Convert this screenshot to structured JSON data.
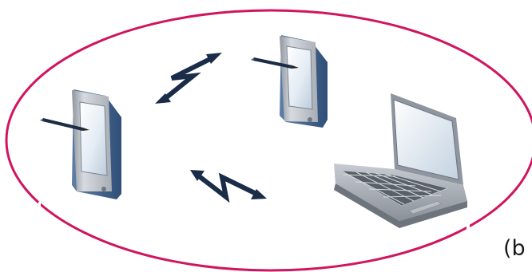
{
  "diagram": {
    "caption": "(b",
    "boundary_color": "#d0155f",
    "devices": [
      {
        "kind": "tablet",
        "icon": "tablet-with-stylus-icon"
      },
      {
        "kind": "tablet",
        "icon": "tablet-with-stylus-icon"
      },
      {
        "kind": "laptop",
        "icon": "laptop-icon"
      }
    ],
    "links": [
      {
        "icon": "wireless-link-icon"
      },
      {
        "icon": "wireless-link-icon"
      }
    ]
  }
}
